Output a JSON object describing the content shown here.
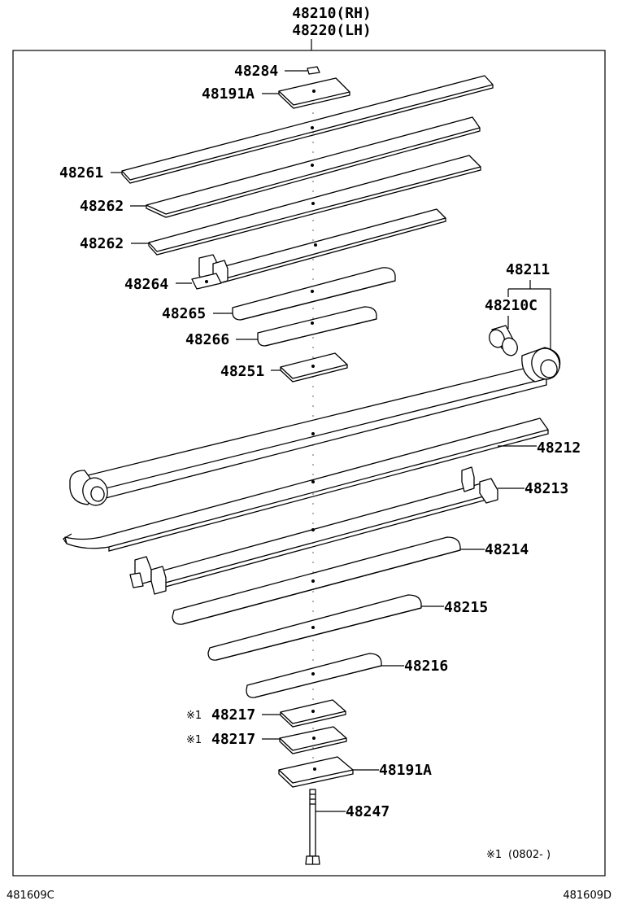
{
  "header": {
    "assembly_rh": "48210(RH)",
    "assembly_lh": "48220(LH)"
  },
  "parts": [
    {
      "id": "p48284",
      "label": "48284"
    },
    {
      "id": "p48191A_top",
      "label": "48191A"
    },
    {
      "id": "p48261",
      "label": "48261"
    },
    {
      "id": "p48262_a",
      "label": "48262"
    },
    {
      "id": "p48262_b",
      "label": "48262"
    },
    {
      "id": "p48264",
      "label": "48264"
    },
    {
      "id": "p48265",
      "label": "48265"
    },
    {
      "id": "p48266",
      "label": "48266"
    },
    {
      "id": "p48251",
      "label": "48251"
    },
    {
      "id": "p48211",
      "label": "48211"
    },
    {
      "id": "p48210C",
      "label": "48210C"
    },
    {
      "id": "p48212",
      "label": "48212"
    },
    {
      "id": "p48213",
      "label": "48213"
    },
    {
      "id": "p48214",
      "label": "48214"
    },
    {
      "id": "p48215",
      "label": "48215"
    },
    {
      "id": "p48216",
      "label": "48216"
    },
    {
      "id": "p48217_a",
      "label": "48217",
      "mark": "※1"
    },
    {
      "id": "p48217_b",
      "label": "48217",
      "mark": "※1"
    },
    {
      "id": "p48191A_bottom",
      "label": "48191A"
    },
    {
      "id": "p48247",
      "label": "48247"
    }
  ],
  "footnote": {
    "mark": "※1",
    "text": "(0802-    )"
  },
  "footer": {
    "left_code": "481609C",
    "right_code": "481609D"
  }
}
